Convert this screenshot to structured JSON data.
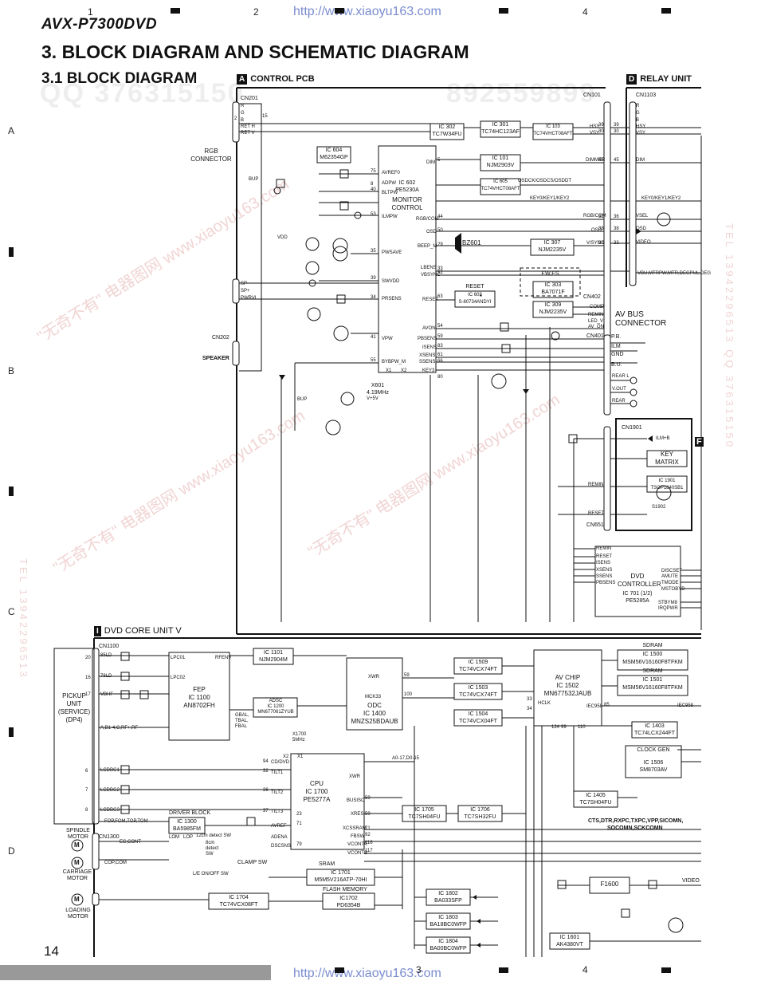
{
  "header": {
    "model": "AVX-P7300DVD",
    "title": "3. BLOCK DIAGRAM AND SCHEMATIC DIAGRAM",
    "subtitle": "3.1 BLOCK DIAGRAM",
    "watermark_url": "http://www.xiaoyu163.com"
  },
  "grid": {
    "columns": [
      "1",
      "2",
      "3",
      "4"
    ],
    "rows": [
      "A",
      "B",
      "C",
      "D"
    ]
  },
  "sections": {
    "control_pcb": {
      "tag": "A",
      "label": "CONTROL PCB"
    },
    "relay_unit": {
      "tag": "D",
      "label": "RELAY UNIT"
    },
    "dvd_core": {
      "tag": "I",
      "label": "DVD CORE UNIT V"
    },
    "partial_tag": "F"
  },
  "connectors": {
    "cn201": "CN201",
    "cn202": "CN202",
    "cn101": "CN101",
    "cn1103": "CN1103",
    "cn402": "CN402",
    "cn401": "CN401",
    "cn1901": "CN1901",
    "cn651": "CN651",
    "cn1100": "CN1100",
    "cn1300": "CN1300",
    "rgb_connector": "RGB\nCONNECTOR",
    "speaker": "SPEAKER",
    "av_bus": "AV BUS\nCONNECTOR"
  },
  "blocks": {
    "ic302": "IC 302\nTC7W34FU",
    "ic301": "IC 301\nTC74HC123AF",
    "ic103": "IC 103\nTC74VHCT08AFT",
    "ic604": "IC 604\nM62354GP",
    "ic602": "IC 602\nPE5230A",
    "monitor": "MONITOR\nCONTROL",
    "ic101": "IC 101\nNJM2903V",
    "ic605": "IC 605\nTC74VHCT08AFT",
    "ic307": "IC 307\nNJM2235V",
    "ewes": "EW,ES",
    "ic303": "IC 303\nBA7071F",
    "reset": "RESET",
    "ic603": "IC 603\nS-80734ANDYI",
    "ic309": "IC 309\nNJM2235V",
    "bz601": "BZ601",
    "x601": "X601\n4.19MHz",
    "keymatrix": "KEY\nMATRIX",
    "ic1901": "IC 1901\nTSOP1840SB1",
    "dvdctrl": "DVD\nCONTROLLER",
    "ic701": "IC 701 (1/2)\nPE5285A",
    "pickup": "PICKUP\nUNIT\n(SERVICE)\n(DP4)",
    "fep": "FEP\nIC 1100\nAN8702FH",
    "ic1101": "IC 1101\nNJM2904M",
    "adsc": "ADSC\nIC 1200\nMN677061ZYUB",
    "odc": "ODC\nIC 1400\nMNZS25BDAUB",
    "cpu": "CPU\nIC 1700\nPE5277A",
    "drvblk": "DRIVER BLOCK",
    "ic1300": "IC 1300\nBA5985FM",
    "ic1704": "IC 1704\nTC74VCX08FT",
    "sram": "SRAM",
    "ic1701": "IC 1701\nM5M5V216ATP-70HI",
    "flash": "FLASH MEMORY",
    "ic1702": "IC1702\nPD6354B",
    "ic1705": "IC 1705\nTC7SH04FU",
    "ic1706": "IC 1706\nTC7SH32FU",
    "ic1509": "IC 1509\nTC74VCX74FT",
    "ic1503": "IC 1503\nTC74VCX74FT",
    "ic1504": "IC 1504\nTC74VCX04FT",
    "avchip": "AV CHIP\nIC 1502\nMN677532JAUB",
    "sdram1": "SDRAM",
    "ic1500": "IC 1500\nMSM56V16160F8TFKM",
    "sdram2": "SDRAM",
    "ic1501": "IC 1501\nMSM56V16160F8TFKM",
    "ic1403": "IC 1403\nTC74LCX244FT",
    "clockgen": "CLOCK GEN",
    "ic1506": "IC 1506\nSM8703AV",
    "ic1405": "IC 1405\nTC7SH04FU",
    "ic1802": "IC 1802\nBA033SFP",
    "ic1803": "IC 1803\nBA18BC0WFP",
    "ic1804": "IC 1804\nBA00BC0WFP",
    "f1600": "F1600",
    "ic1601": "IC 1601\nAK4380VT",
    "spindle": "SPINDLE\nMOTOR",
    "carriage": "CARRIAGE\nMOTOR",
    "loading": "LOADING\nMOTOR",
    "m": "M"
  },
  "signals": {
    "ctsline": "CTS,DTR,RXPC,TXPC,VPP,SICOMN,",
    "socomm": "SOCOMN,SCKCOMN",
    "clampsw": "CLAMP SW",
    "ledonoff": "L/E ON/OFF SW",
    "detect12": "12cm detect SW",
    "detect8": "8cm\ndetect\nSW",
    "video": "VIDEO",
    "bup": "BUP",
    "vdd": "VDD",
    "v5": "V+5V",
    "bup2": "BUP",
    "vbu": "VBU,MTRPW,MTR,DEGPUL,DEG",
    "ilmb": "ILM+B",
    "sdram_addr": "A0-17,D0-15",
    "pb": "P.B.",
    "ilm": "ILM",
    "gnd": "GND",
    "bu": "B.U.",
    "rear_l": "REAR L",
    "rear_r": "REAR",
    "vout": "V.OUT",
    "remin": "REMIN",
    "reset_s": "RESET",
    "s1902": "S1902",
    "iec958": "IEC958"
  },
  "page": {
    "number": "14"
  }
}
